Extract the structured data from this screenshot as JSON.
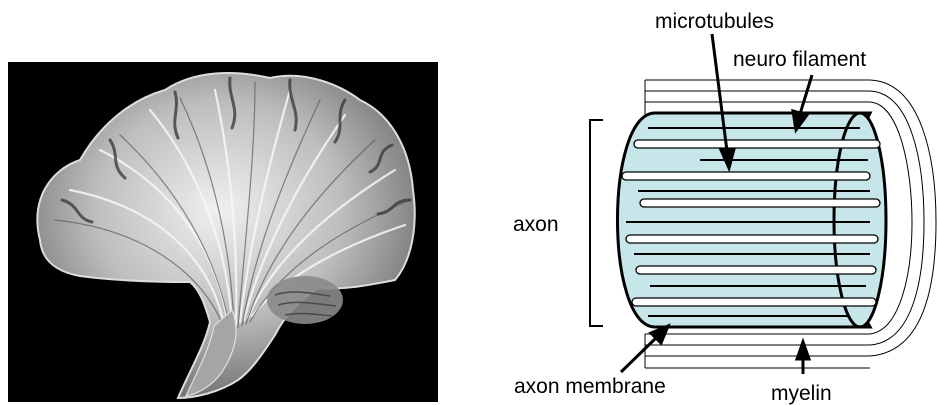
{
  "photo": {
    "subject": "brain-sagittal-section-photo",
    "background_color": "#000000",
    "tissue_color": "#bcbcbc"
  },
  "diagram": {
    "labels": {
      "microtubules": "microtubules",
      "neurofilament": "neuro filament",
      "axon": "axon",
      "axon_membrane": "axon membrane",
      "myelin": "myelin"
    },
    "colors": {
      "axon_fill": "#c6e6ea",
      "outline": "#000000",
      "microtubule_fill": "#ffffff"
    }
  }
}
